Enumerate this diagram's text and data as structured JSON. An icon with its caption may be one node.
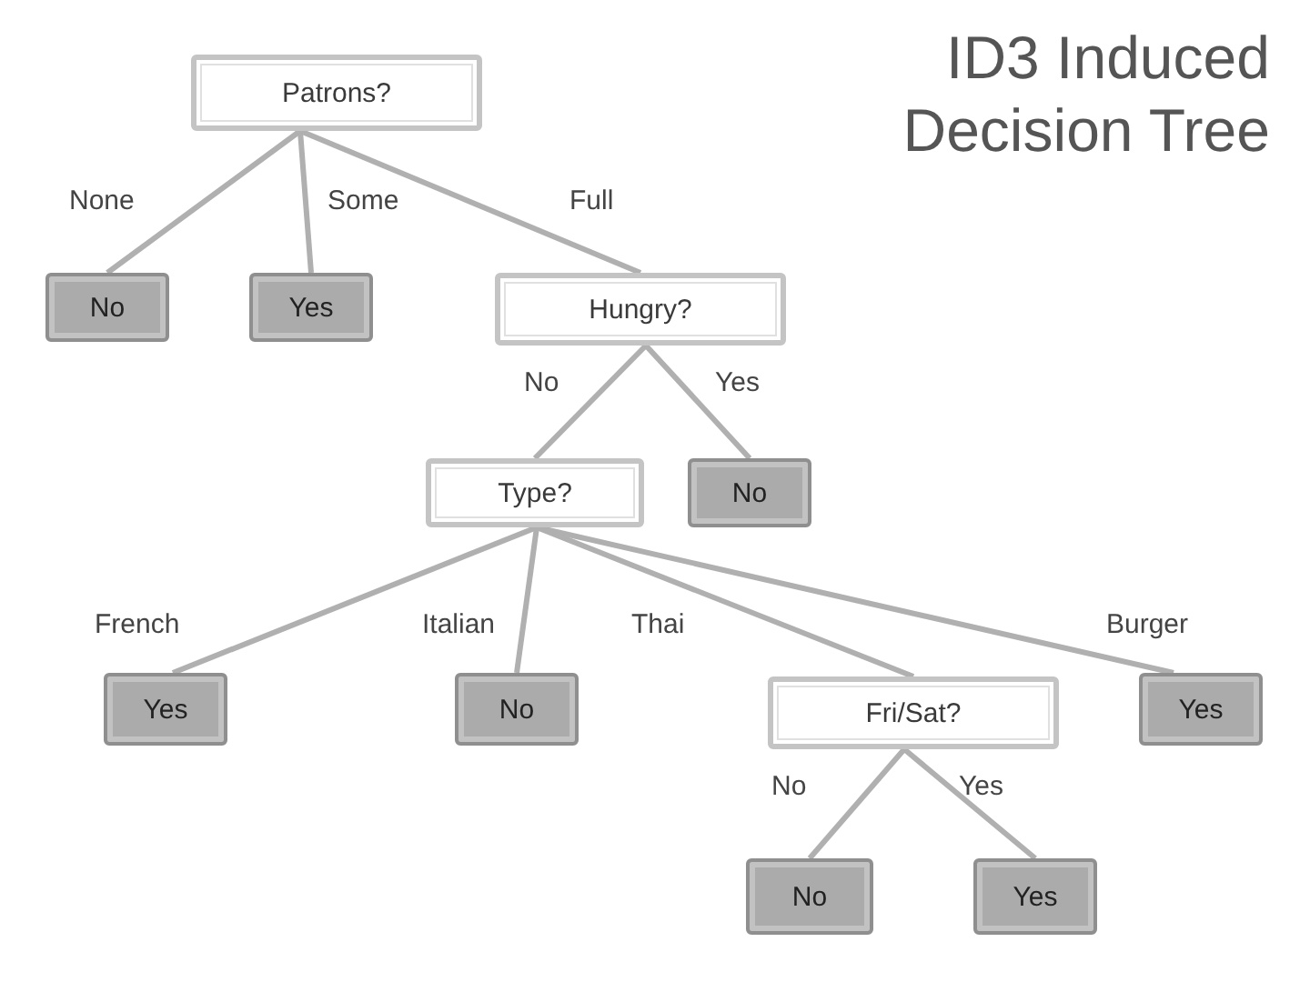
{
  "diagram": {
    "title": "ID3 Induced Decision Tree",
    "nodes": [
      {
        "text": [
          "Patrons?"
        ]
      },
      {
        "text": [
          "No"
        ]
      },
      {
        "text": [
          "Yes"
        ]
      },
      {
        "text": [
          "Hungry?"
        ]
      },
      {
        "text": [
          "Type?"
        ]
      },
      {
        "text": [
          "No"
        ]
      },
      {
        "text": [
          "Yes"
        ]
      },
      {
        "text": [
          "No"
        ]
      },
      {
        "text": [
          "Fri/Sat?"
        ]
      },
      {
        "text": [
          "Yes"
        ]
      },
      {
        "text": [
          "No"
        ]
      },
      {
        "text": [
          "Yes"
        ]
      }
    ],
    "edges": [
      {
        "from": 0,
        "to": 1,
        "arrow": "none",
        "label": "None"
      },
      {
        "from": 0,
        "to": 2,
        "arrow": "none",
        "label": "Some"
      },
      {
        "from": 0,
        "to": 3,
        "arrow": "none",
        "label": "Full"
      },
      {
        "from": 3,
        "to": 4,
        "arrow": "none",
        "label": "No"
      },
      {
        "from": 3,
        "to": 5,
        "arrow": "none",
        "label": "Yes"
      },
      {
        "from": 4,
        "to": 6,
        "arrow": "none",
        "label": "French"
      },
      {
        "from": 4,
        "to": 7,
        "arrow": "none",
        "label": "Italian"
      },
      {
        "from": 4,
        "to": 8,
        "arrow": "none",
        "label": "Thai"
      },
      {
        "from": 4,
        "to": 9,
        "arrow": "none",
        "label": "Burger"
      },
      {
        "from": 8,
        "to": 10,
        "arrow": "none",
        "label": "No"
      },
      {
        "from": 8,
        "to": 11,
        "arrow": "none",
        "label": "Yes"
      }
    ]
  }
}
